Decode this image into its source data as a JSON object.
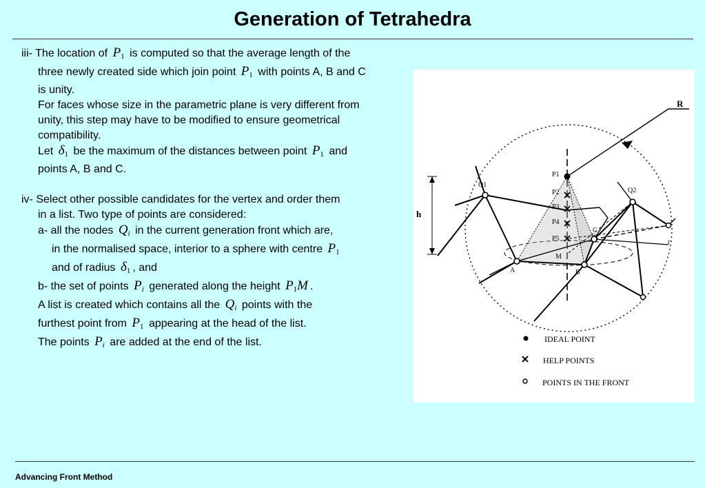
{
  "slide": {
    "title": "Generation of Tetrahedra",
    "footer": "Advancing Front Method"
  },
  "text": {
    "iii_a": "iii- The location of",
    "iii_b": "is computed so that the average length of the",
    "iii_c": "three newly created side which join point",
    "iii_d": "with points A, B and C",
    "iii_e": "is unity.",
    "iii_f": "For faces whose size in the parametric plane is very different from",
    "iii_g": "unity, this step may have to be modified to ensure geometrical",
    "iii_h": "compatibility.",
    "iii_i": "Let",
    "iii_j": "be the maximum of the distances between point",
    "iii_k": "and",
    "iii_l": "points A, B and C.",
    "iv_a": "iv- Select other  possible candidates for the vertex and order them",
    "iv_b": "in a list. Two type of points are considered:",
    "iv_c": "a- all the nodes",
    "iv_d": "in the current generation front which are,",
    "iv_e": "in the normalised space, interior to a sphere with centre",
    "iv_f": "and of radius",
    "iv_g": ", and",
    "iv_h": "b- the set of points",
    "iv_i": "generated along the height",
    "iv_j": ".",
    "iv_k": "A list is created which contains all the",
    "iv_l": "points with the",
    "iv_m": "furthest point from",
    "iv_n": "appearing at the head of the list.",
    "iv_o": "The points",
    "iv_p": "are added at the end of the list."
  },
  "math": {
    "P": "P",
    "one": "1",
    "delta": "δ",
    "Q": "Q",
    "i": "i",
    "M": "M"
  },
  "figure": {
    "labels": {
      "R": "R",
      "P1": "P1",
      "P2": "P2",
      "P3": "P3",
      "P4": "P4",
      "P5": "P5",
      "Q1": "Q1",
      "Q2": "Q2",
      "h": "h",
      "C": "C",
      "r": "r",
      "M": "M",
      "A": "A",
      "B": "B"
    },
    "legend": {
      "ideal": "IDEAL POINT",
      "help": "HELP POINTS",
      "front": "POINTS IN THE FRONT"
    }
  }
}
